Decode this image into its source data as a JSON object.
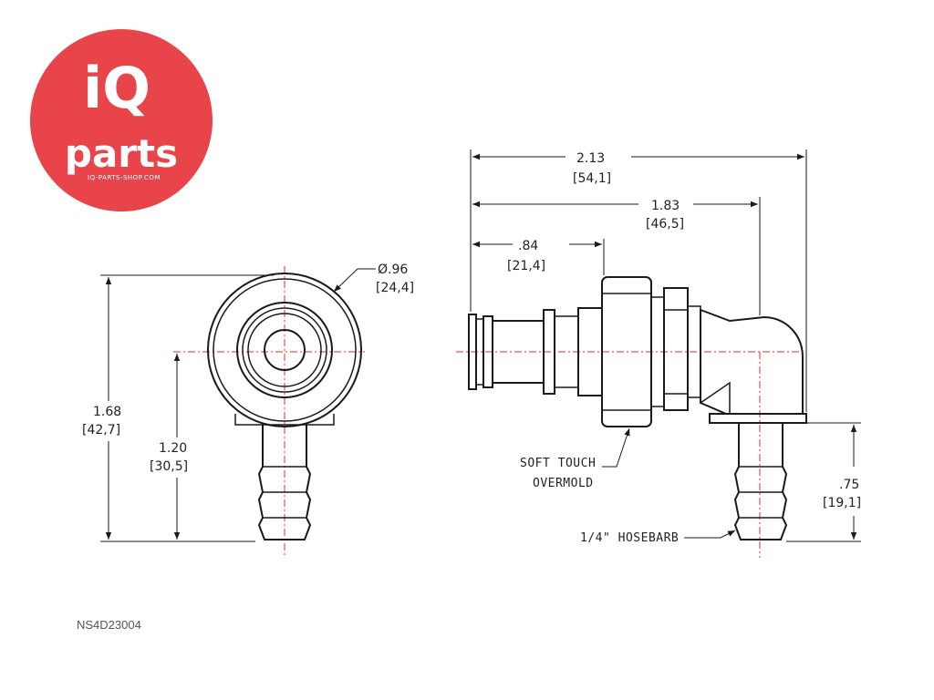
{
  "logo": {
    "brand_top": "iQ",
    "brand_bottom": "parts",
    "website": "IQ-PARTS-SHOP.COM",
    "color": "#e8444a"
  },
  "front_view": {
    "diameter": "Ø.96",
    "diameter_mm": "[24,4]",
    "height": "1.68",
    "height_mm": "[42,7]",
    "center_height": "1.20",
    "center_height_mm": "[30,5]"
  },
  "side_view": {
    "overall_length": "2.13",
    "overall_length_mm": "[54,1]",
    "center_length": "1.83",
    "center_length_mm": "[46,5]",
    "tip_length": ".84",
    "tip_length_mm": "[21,4]",
    "barb_height": ".75",
    "barb_height_mm": "[19,1]",
    "overmold_label_1": "SOFT TOUCH",
    "overmold_label_2": "OVERMOLD",
    "hosebarb_label": "1/4\" HOSEBARB"
  },
  "part_number": "NS4D23004",
  "colors": {
    "line": "#1a1a1a",
    "centerline": "#e03030"
  }
}
